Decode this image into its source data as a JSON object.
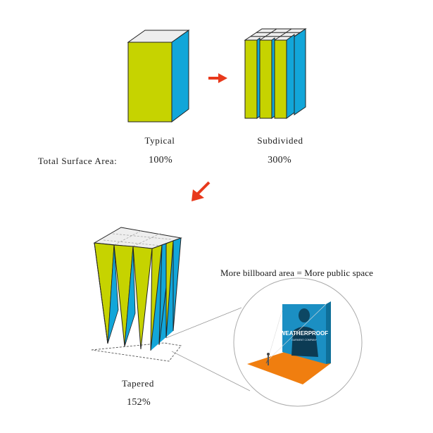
{
  "labels": {
    "typical": "Typical",
    "subdivided": "Subdivided",
    "tapered": "Tapered",
    "total_surface_area": "Total Surface Area:",
    "billboard_equation": "More billboard area  =  More public space"
  },
  "values": {
    "typical": "100%",
    "subdivided": "300%",
    "tapered": "152%"
  },
  "billboard": {
    "brand": "WEATHERPROOF",
    "tagline": "GARMENT COMPANY"
  },
  "colors": {
    "face_green": "#c6d300",
    "face_blue": "#12a6d9",
    "top_white": "#eeeeee",
    "arrow_red": "#e8391c",
    "ground_orange": "#f07e0f",
    "billboard_blue": "#1b8fc3"
  },
  "icons": {
    "arrow_right": "arrow-right-icon",
    "arrow_down_left": "arrow-down-left-icon"
  }
}
